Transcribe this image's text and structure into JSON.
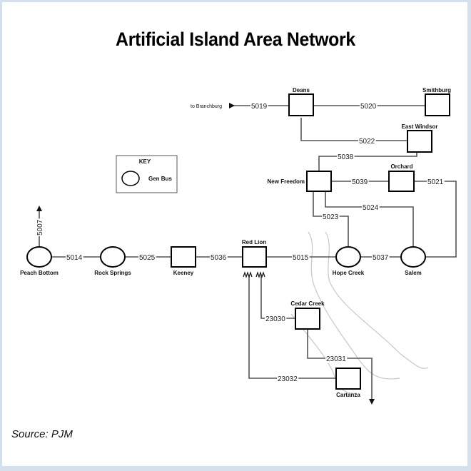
{
  "title": "Artificial Island Area Network",
  "source": "Source: PJM",
  "key": {
    "heading": "KEY",
    "items": [
      {
        "symbol": "circle",
        "label": "Gen Bus"
      }
    ]
  },
  "nodes": {
    "deans": {
      "label": "Deans",
      "type": "bus-square"
    },
    "smithburg": {
      "label": "Smithburg",
      "type": "bus-square"
    },
    "east_windsor": {
      "label": "East Windsor",
      "type": "bus-square"
    },
    "new_freedom": {
      "label": "New Freedom",
      "type": "bus-square"
    },
    "orchard": {
      "label": "Orchard",
      "type": "bus-square"
    },
    "peach_bottom": {
      "label": "Peach Bottom",
      "type": "gen-bus"
    },
    "rock_springs": {
      "label": "Rock Springs",
      "type": "gen-bus"
    },
    "keeney": {
      "label": "Keeney",
      "type": "bus-square"
    },
    "red_lion": {
      "label": "Red Lion",
      "type": "bus-square"
    },
    "hope_creek": {
      "label": "Hope Creek",
      "type": "gen-bus"
    },
    "salem": {
      "label": "Salem",
      "type": "gen-bus"
    },
    "cedar_creek": {
      "label": "Cedar Creek",
      "type": "bus-square"
    },
    "cartanza": {
      "label": "Cartanza",
      "type": "bus-square"
    }
  },
  "external": {
    "to_branchburg": "to Branchburg"
  },
  "lines": {
    "l5019": "5019",
    "l5020": "5020",
    "l5022": "5022",
    "l5038": "5038",
    "l5039": "5039",
    "l5021": "5021",
    "l5024": "5024",
    "l5023": "5023",
    "l5007": "5007",
    "l5014": "5014",
    "l5025": "5025",
    "l5036": "5036",
    "l5015": "5015",
    "l5037": "5037",
    "l23030": "23030",
    "l23031": "23031",
    "l23032": "23032"
  },
  "connections": [
    {
      "line": "5019",
      "from": "Deans",
      "to": "to Branchburg"
    },
    {
      "line": "5020",
      "from": "Deans",
      "to": "Smithburg"
    },
    {
      "line": "5022",
      "from": "Deans",
      "to": "East Windsor"
    },
    {
      "line": "5038",
      "from": "East Windsor",
      "to": "New Freedom"
    },
    {
      "line": "5039",
      "from": "New Freedom",
      "to": "Orchard"
    },
    {
      "line": "5021",
      "from": "Orchard",
      "to": "Salem"
    },
    {
      "line": "5024",
      "from": "New Freedom",
      "to": "Salem"
    },
    {
      "line": "5023",
      "from": "New Freedom",
      "to": "Hope Creek"
    },
    {
      "line": "5007",
      "from": "Peach Bottom",
      "to": "(off-map, north)"
    },
    {
      "line": "5014",
      "from": "Peach Bottom",
      "to": "Rock Springs"
    },
    {
      "line": "5025",
      "from": "Rock Springs",
      "to": "Keeney"
    },
    {
      "line": "5036",
      "from": "Keeney",
      "to": "Red Lion"
    },
    {
      "line": "5015",
      "from": "Red Lion",
      "to": "Hope Creek"
    },
    {
      "line": "5037",
      "from": "Hope Creek",
      "to": "Salem"
    },
    {
      "line": "23030",
      "from": "Red Lion",
      "to": "Cedar Creek"
    },
    {
      "line": "23031",
      "from": "Cedar Creek",
      "to": "(off-map, south)"
    },
    {
      "line": "23032",
      "from": "Red Lion",
      "to": "Cartanza"
    }
  ]
}
